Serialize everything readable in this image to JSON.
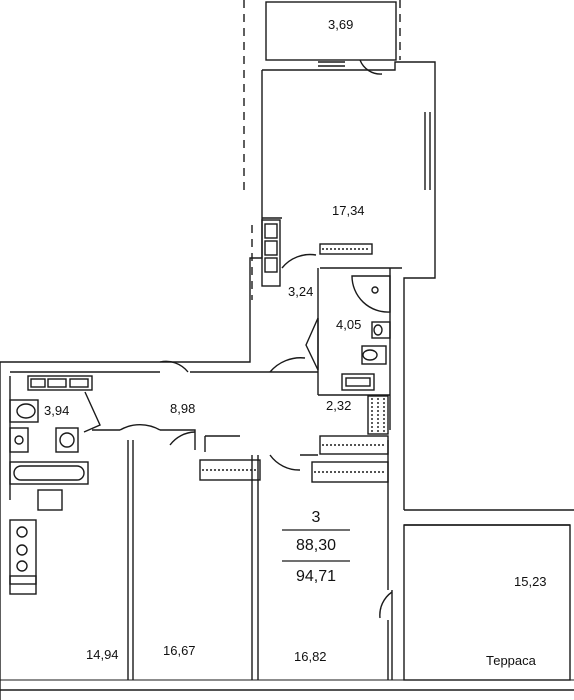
{
  "rooms": {
    "balcony": "3,69",
    "living": "17,34",
    "corridor_small": "3,24",
    "bathroom": "4,05",
    "hall": "8,98",
    "wc": "3,94",
    "closet": "2,32",
    "kitchen": "14,94",
    "bedroom_mid": "16,67",
    "bedroom_right": "16,82",
    "terrace": "15,23"
  },
  "terrace_label": "Терраса",
  "summary": {
    "rooms_count": "3",
    "area_living": "88,30",
    "area_total": "94,71"
  }
}
